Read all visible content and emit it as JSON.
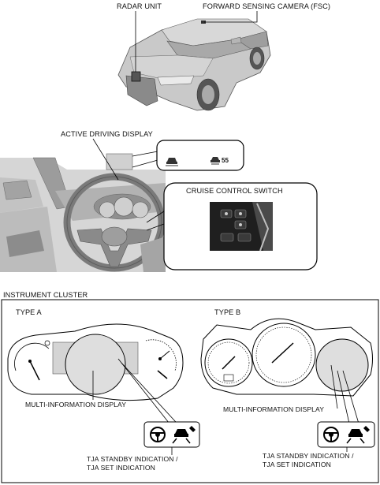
{
  "labels": {
    "radar_unit": "RADAR UNIT",
    "forward_camera": "FORWARD SENSING CAMERA (FSC)",
    "active_driving_display": "ACTIVE DRIVING DISPLAY",
    "speed_readout": "55",
    "cruise_control_switch": "CRUISE CONTROL SWITCH",
    "instrument_cluster": "INSTRUMENT CLUSTER",
    "type_a": "TYPE A",
    "type_b": "TYPE B",
    "mid_a": "MULTI-INFORMATION DISPLAY",
    "mid_b": "MULTI-INFORMATION DISPLAY",
    "tja_a_line1": "TJA STANDBY INDICATION /",
    "tja_a_line2": "TJA SET INDICATION",
    "tja_b_line1": "TJA STANDBY INDICATION /",
    "tja_b_line2": "TJA SET INDICATION"
  },
  "icons": [
    "radar-unit-icon",
    "camera-icon",
    "vehicle-distance-icon",
    "tja-steering-icon",
    "tja-car-lane-icon"
  ]
}
